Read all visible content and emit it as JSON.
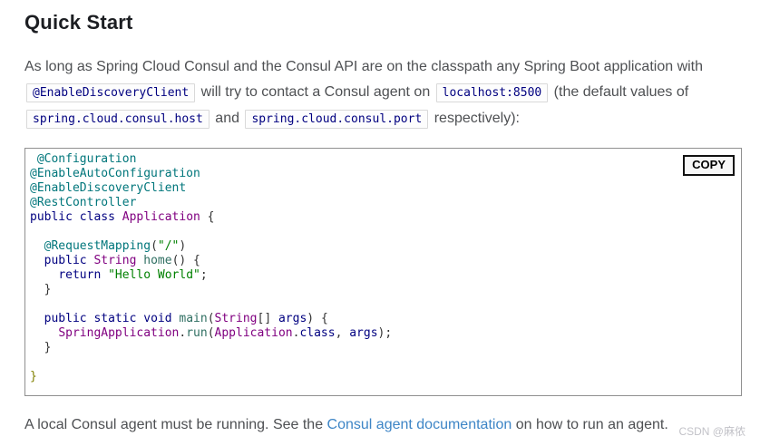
{
  "page": {
    "title": "Quick Start"
  },
  "intro": {
    "text1": "As long as Spring Cloud Consul and the Consul API are on the classpath any Spring Boot application with ",
    "code1": "@EnableDiscoveryClient",
    "text2": " will try to contact a Consul agent on ",
    "code2": "localhost:8500",
    "text3": " (the default values of ",
    "code3": "spring.cloud.consul.host",
    "text4": " and ",
    "code4": "spring.cloud.consul.port",
    "text5": " respectively):"
  },
  "code_block": {
    "copy_label": "COPY",
    "language": "java",
    "lines": [
      [
        [
          "p",
          " "
        ],
        [
          "ann",
          "@Configuration"
        ]
      ],
      [
        [
          "ann",
          "@EnableAutoConfiguration"
        ]
      ],
      [
        [
          "ann",
          "@EnableDiscoveryClient"
        ]
      ],
      [
        [
          "ann",
          "@RestController"
        ]
      ],
      [
        [
          "kw",
          "public"
        ],
        [
          "p",
          " "
        ],
        [
          "kw",
          "class"
        ],
        [
          "p",
          " "
        ],
        [
          "typ",
          "Application"
        ],
        [
          "p",
          " {"
        ]
      ],
      [],
      [
        [
          "p",
          "  "
        ],
        [
          "ann",
          "@RequestMapping"
        ],
        [
          "p",
          "("
        ],
        [
          "str",
          "\"/\""
        ],
        [
          "p",
          ")"
        ]
      ],
      [
        [
          "p",
          "  "
        ],
        [
          "kw",
          "public"
        ],
        [
          "p",
          " "
        ],
        [
          "typ",
          "String"
        ],
        [
          "p",
          " "
        ],
        [
          "meth",
          "home"
        ],
        [
          "p",
          "() {"
        ]
      ],
      [
        [
          "p",
          "    "
        ],
        [
          "kw",
          "return"
        ],
        [
          "p",
          " "
        ],
        [
          "str",
          "\"Hello World\""
        ],
        [
          "p",
          ";"
        ]
      ],
      [
        [
          "p",
          "  }"
        ]
      ],
      [],
      [
        [
          "p",
          "  "
        ],
        [
          "kw",
          "public"
        ],
        [
          "p",
          " "
        ],
        [
          "kw",
          "static"
        ],
        [
          "p",
          " "
        ],
        [
          "kw",
          "void"
        ],
        [
          "p",
          " "
        ],
        [
          "meth",
          "main"
        ],
        [
          "p",
          "("
        ],
        [
          "typ",
          "String"
        ],
        [
          "p",
          "[] "
        ],
        [
          "var",
          "args"
        ],
        [
          "p",
          ") {"
        ]
      ],
      [
        [
          "p",
          "    "
        ],
        [
          "typ",
          "SpringApplication"
        ],
        [
          "p",
          "."
        ],
        [
          "meth",
          "run"
        ],
        [
          "p",
          "("
        ],
        [
          "typ",
          "Application"
        ],
        [
          "p",
          "."
        ],
        [
          "kw",
          "class"
        ],
        [
          "p",
          ", "
        ],
        [
          "var",
          "args"
        ],
        [
          "p",
          ");"
        ]
      ],
      [
        [
          "p",
          "  }"
        ]
      ],
      [],
      [
        [
          "ob",
          "}"
        ]
      ]
    ]
  },
  "outro": {
    "text1": "A local Consul agent must be running. See the ",
    "link_label": "Consul agent documentation",
    "text2": " on how to run an agent."
  },
  "watermark": "CSDN @麻侬",
  "colors": {
    "heading": "#1c1e22",
    "body_text": "#4e5053",
    "link": "#3d85c6",
    "inline_code_text": "#000080",
    "code_annotation": "#00767b",
    "code_keyword": "#000080",
    "code_type": "#800080",
    "code_method": "#2f6f62",
    "code_string": "#008000",
    "code_unmatched_brace": "#808000",
    "code_block_border": "#8f8f8f"
  }
}
